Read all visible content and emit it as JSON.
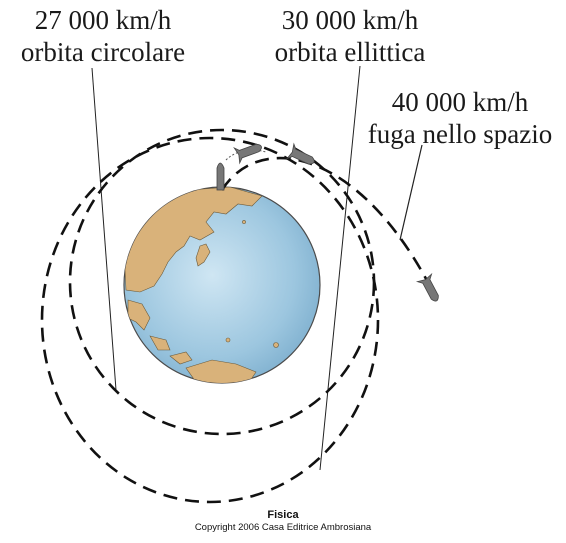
{
  "labels": {
    "circular": {
      "speed": "27 000 km/h",
      "name": "orbita circolare"
    },
    "elliptical": {
      "speed": "30 000 km/h",
      "name": "orbita ellittica"
    },
    "escape": {
      "speed": "40 000 km/h",
      "name": "fuga nello spazio"
    }
  },
  "footer": {
    "title": "Fisica",
    "copyright": "Copyright 2006 Casa Editrice Ambrosiana"
  },
  "colors": {
    "ocean": "#9cc6df",
    "land": "#d9b27a",
    "orbit": "#111111",
    "projectile": "#777777"
  }
}
